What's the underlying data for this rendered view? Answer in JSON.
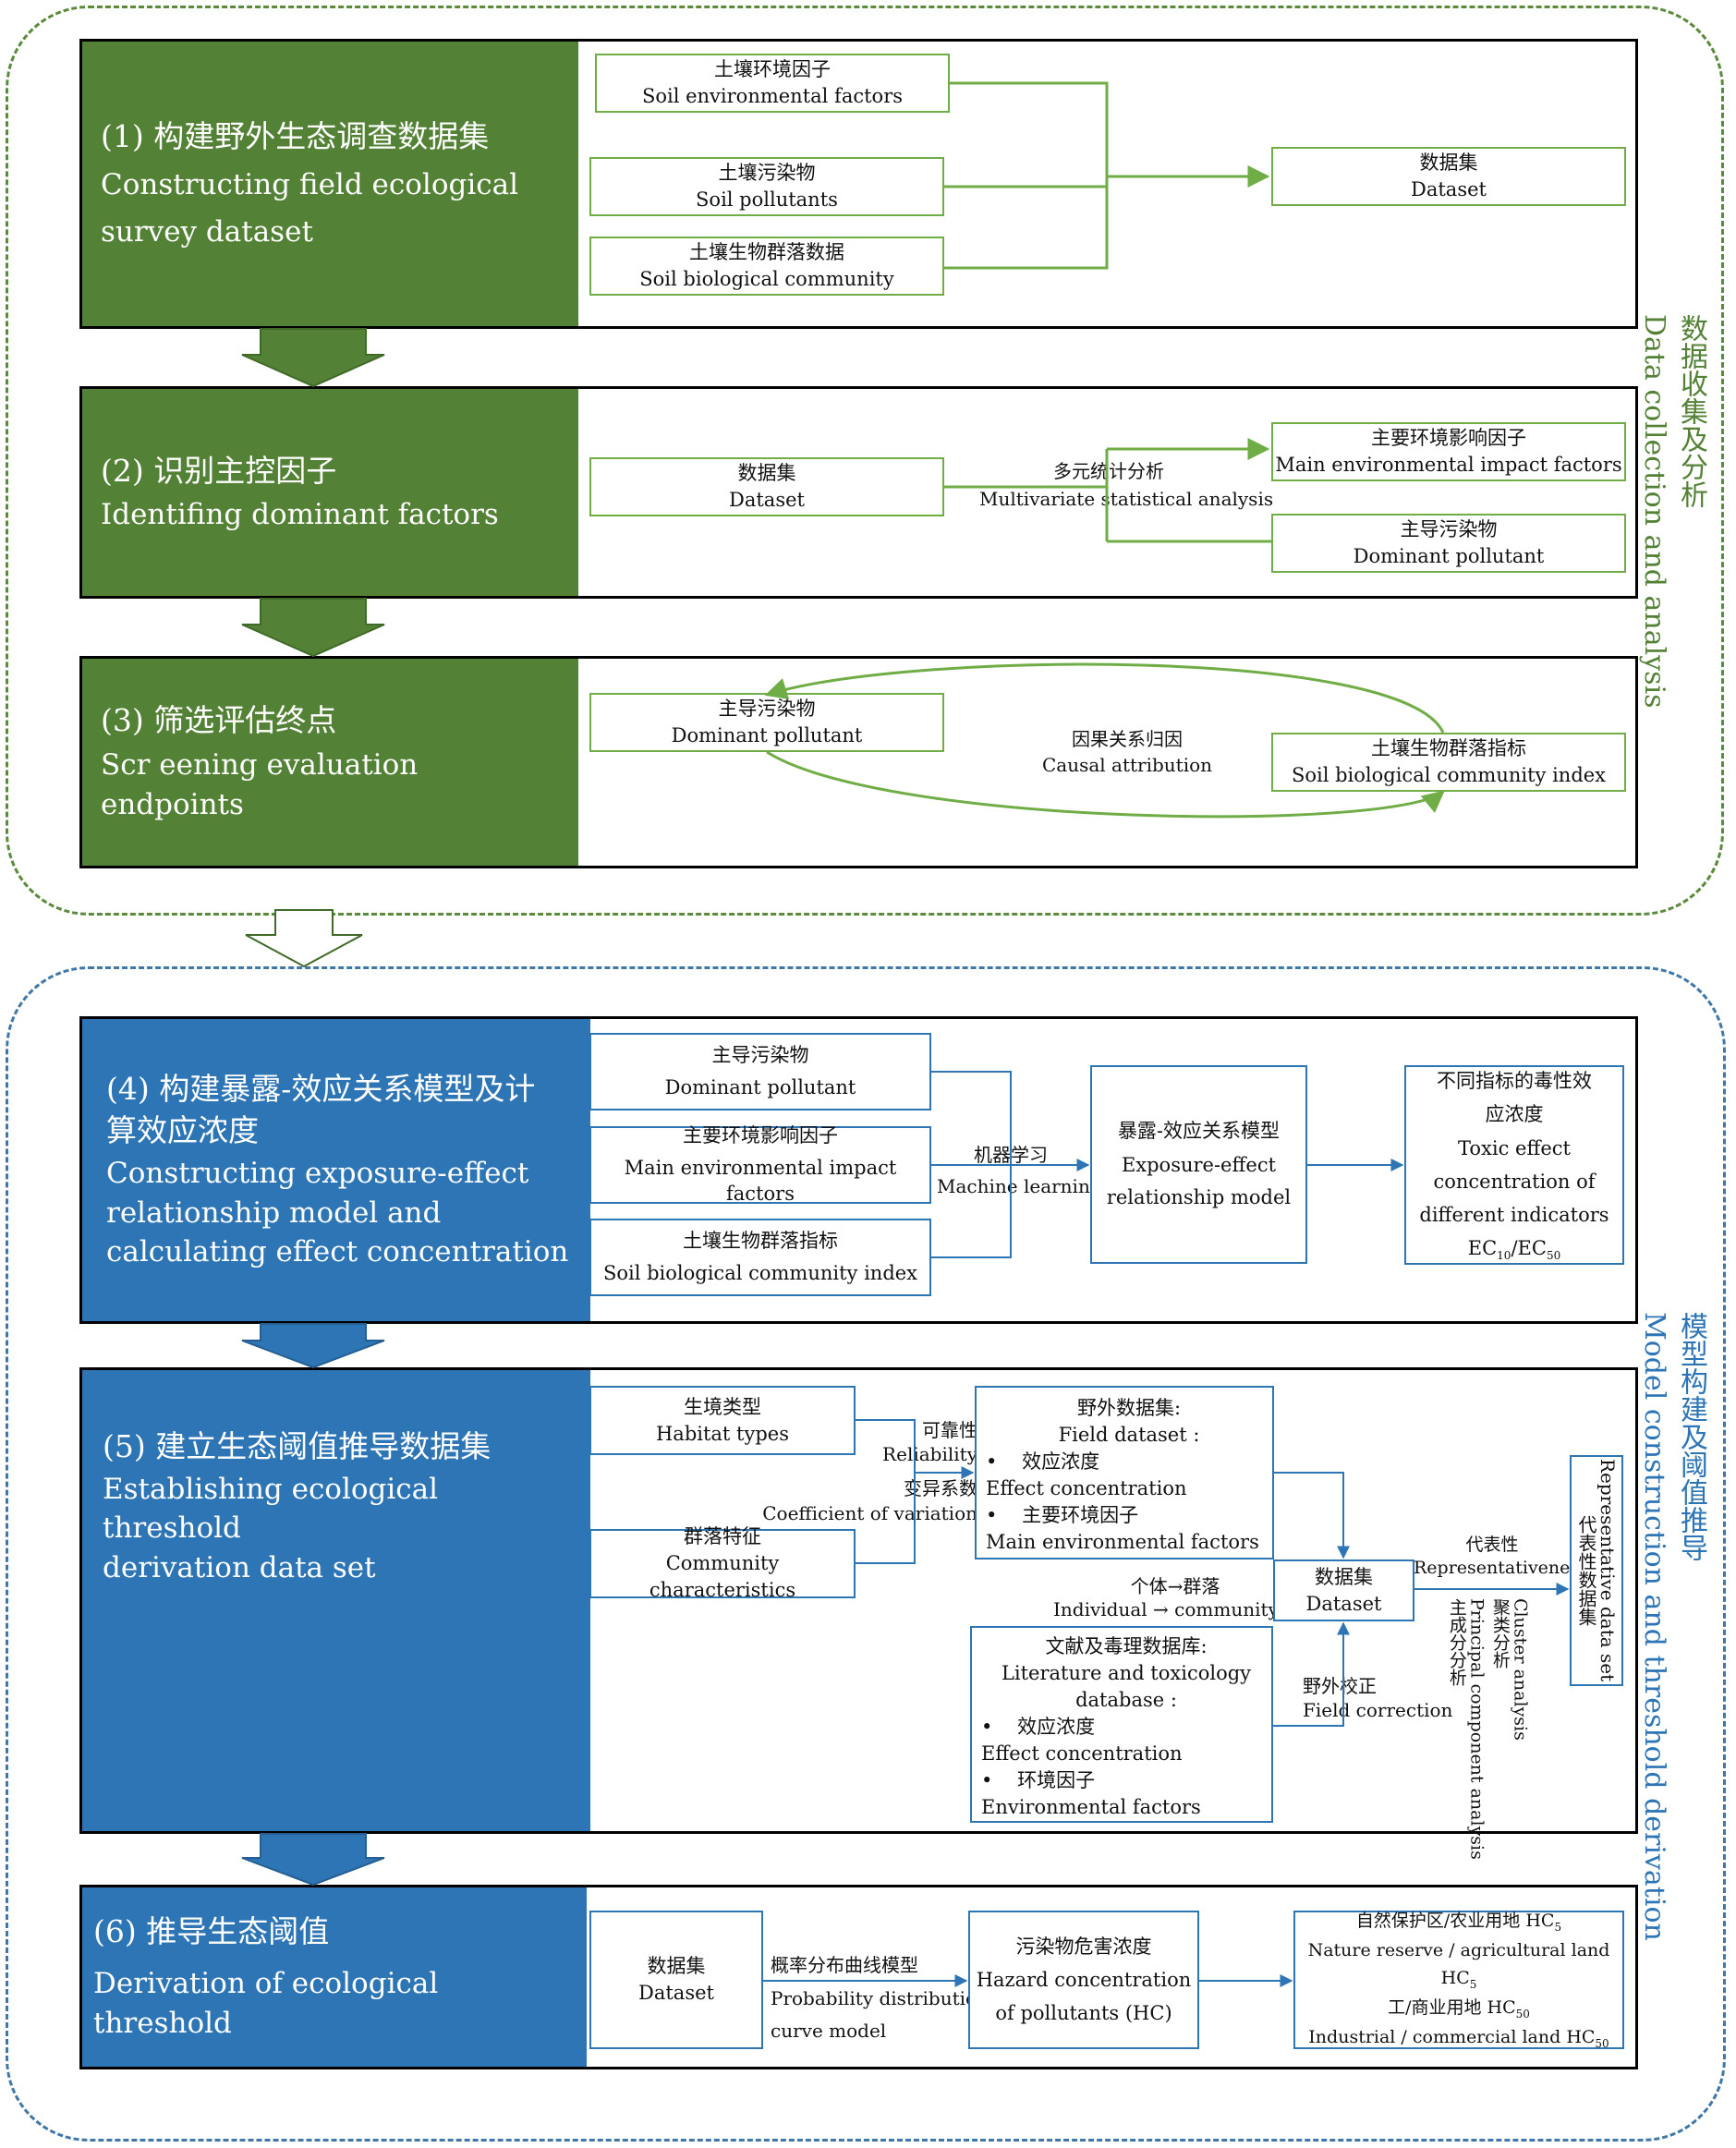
{
  "colors": {
    "green": "#538135",
    "green_line": "#70ad47",
    "blue": "#2e75b6",
    "blue_line": "#2e75b6"
  },
  "region1": {
    "label_cn": "数据收集及分析",
    "label_en": "Data collection and analysis"
  },
  "region2": {
    "label_cn": "模型构建及阈值推导",
    "label_en": "Model construction and threshold derivation"
  },
  "step1": {
    "cn": "(1) 构建野外生态调查数据集",
    "en1": "Constructing field ecological",
    "en2": "survey dataset",
    "box_soil_env": {
      "cn": "土壤环境因子",
      "en": "Soil environmental factors"
    },
    "box_pollutants": {
      "cn": "土壤污染物",
      "en": "Soil pollutants"
    },
    "box_bio": {
      "cn": "土壤生物群落数据",
      "en": "Soil biological community"
    },
    "box_dataset": {
      "cn": "数据集",
      "en": "Dataset"
    }
  },
  "step2": {
    "cn": "(2) 识别主控因子",
    "en": "Identifing dominant factors",
    "box_dataset": {
      "cn": "数据集",
      "en": "Dataset"
    },
    "method": {
      "cn": "多元统计分析",
      "en": "Multivariate statistical analysis"
    },
    "box_main_env": {
      "cn": "主要环境影响因子",
      "en": "Main environmental impact factors"
    },
    "box_dominant": {
      "cn": "主导污染物",
      "en": "Dominant pollutant"
    }
  },
  "step3": {
    "cn": "(3) 筛选评估终点",
    "en": "Scr eening evaluation endpoints",
    "box_dominant": {
      "cn": "主导污染物",
      "en": "Dominant pollutant"
    },
    "method": {
      "cn": "因果关系归因",
      "en": "Causal attribution"
    },
    "box_index": {
      "cn": "土壤生物群落指标",
      "en": "Soil biological community index"
    }
  },
  "step4": {
    "cn1": "(4) 构建暴露-效应关系模型及计",
    "cn2": "算效应浓度",
    "en1": "Constructing exposure-effect",
    "en2": "relationship model and",
    "en3": "calculating effect concentration",
    "box_dominant": {
      "cn": "主导污染物",
      "en": "Dominant pollutant"
    },
    "box_main_env": {
      "cn": "主要环境影响因子",
      "en": "Main environmental impact factors"
    },
    "box_index": {
      "cn": "土壤生物群落指标",
      "en": "Soil biological community index"
    },
    "method": {
      "cn": "机器学习",
      "en": "Machine learning"
    },
    "box_model": {
      "cn": "暴露-效应关系模型",
      "en1": "Exposure-effect",
      "en2": "relationship model"
    },
    "box_toxic": {
      "cn1": "不同指标的毒性效",
      "cn2": "应浓度",
      "en1": "Toxic effect",
      "en2": "concentration of",
      "en3": "different indicators",
      "ec_a": "EC",
      "ec_a_sub": "10",
      "ec_sep": "/EC",
      "ec_b_sub": "50"
    }
  },
  "step5": {
    "cn": "(5) 建立生态阈值推导数据集",
    "en1": "Establishing ecological threshold",
    "en2": "derivation data set",
    "box_habitat": {
      "cn": "生境类型",
      "en": "Habitat types"
    },
    "box_community": {
      "cn": "群落特征",
      "en": "Community characteristics"
    },
    "reliability": {
      "cn": "可靠性",
      "en": "Reliability"
    },
    "cv": {
      "cn": "变异系数",
      "en": "Coefficient of variation"
    },
    "box_field": {
      "cn": "野外数据集:",
      "en": "Field dataset :",
      "i1_cn": "效应浓度",
      "i1_en": "Effect concentration",
      "i2_cn": "主要环境因子",
      "i2_en": "Main environmental factors"
    },
    "individual": {
      "cn": "个体→群落",
      "en": "Individual → community"
    },
    "box_lit": {
      "cn": "文献及毒理数据库:",
      "en1": "Literature and  toxicology",
      "en2": "database :",
      "i1_cn": "效应浓度",
      "i1_en": "Effect concentration",
      "i2_cn": "环境因子",
      "i2_en": "Environmental factors"
    },
    "field_corr": {
      "cn": "野外校正",
      "en": "Field correction"
    },
    "box_dataset": {
      "cn": "数据集",
      "en": "Dataset"
    },
    "repr": {
      "cn": "代表性",
      "en": "Representativeness"
    },
    "pca": {
      "cn": "主成分分析",
      "en": "Principal component analysis"
    },
    "cluster": {
      "cn": "聚类分析",
      "en": "Cluster analysis"
    },
    "box_rep": {
      "cn": "代表性数据集",
      "en": "Representative data set"
    }
  },
  "step6": {
    "cn": "(6) 推导生态阈值",
    "en": "Derivation of ecological threshold",
    "box_dataset": {
      "cn": "数据集",
      "en": "Dataset"
    },
    "method": {
      "cn": "概率分布曲线模型",
      "en1": "Probability distribution",
      "en2": "curve model"
    },
    "box_hc": {
      "cn": "污染物危害浓度",
      "en1": "Hazard concentration",
      "en2": "of pollutants (HC)"
    },
    "box_land": {
      "l1": "自然保护区/农业用地 HC",
      "l1_sub": "5",
      "l2": "Nature reserve / agricultural land HC",
      "l2_sub": "5",
      "l3": "工/商业用地 HC",
      "l3_sub": "50",
      "l4": "Industrial / commercial land HC",
      "l4_sub": "50"
    }
  }
}
